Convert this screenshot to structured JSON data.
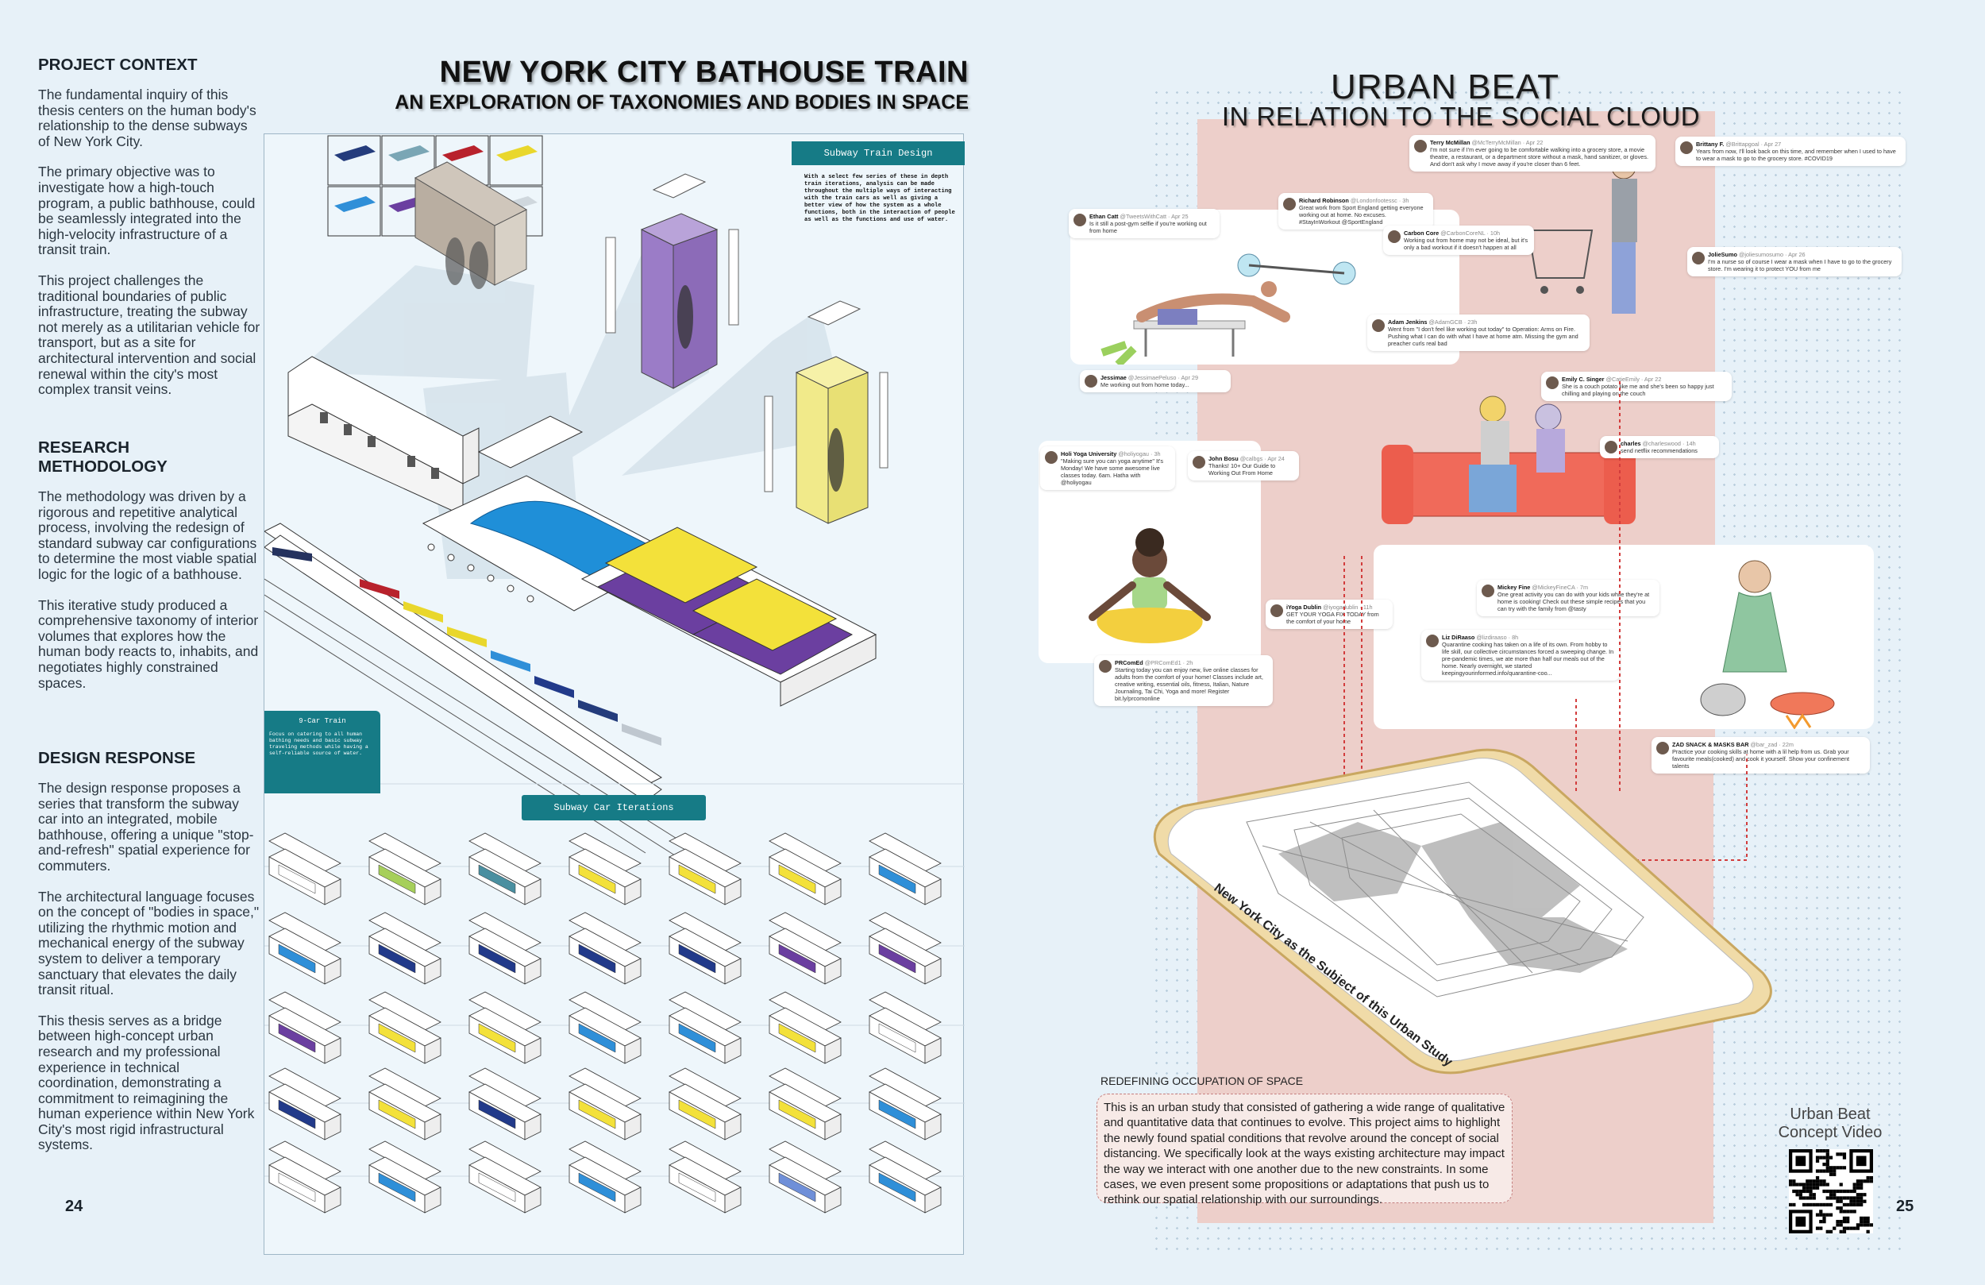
{
  "left_page": {
    "page_number": "24",
    "title": "NEW YORK CITY BATHOUSE TRAIN",
    "subtitle": "AN EXPLORATION OF TAXONOMIES AND BODIES IN SPACE",
    "project_context": {
      "heading": "PROJECT CONTEXT",
      "paragraphs": [
        "The fundamental inquiry of this thesis centers on the human body's relationship to the dense subways of New York City.",
        "The primary objective was to investigate how a high-touch program, a public bathhouse, could be seamlessly integrated into the high-velocity infrastructure of a transit train.",
        "This project challenges the traditional boundaries of public infrastructure, treating the subway not merely as a utilitarian vehicle for transport, but as a site for architectural intervention and social renewal within the city's most complex transit veins."
      ]
    },
    "research_methodology": {
      "heading": "RESEARCH METHODOLOGY",
      "paragraphs": [
        "The methodology was driven by a rigorous and repetitive analytical process, involving the redesign of standard subway car configurations to determine the most viable spatial logic for the logic of a bathhouse.",
        "This iterative study produced a comprehensive taxonomy of interior volumes that explores how the human body reacts to, inhabits, and negotiates highly constrained spaces."
      ]
    },
    "design_response": {
      "heading": "DESIGN RESPONSE",
      "paragraphs": [
        "The design response proposes a series that transform the subway car into an integrated, mobile bathhouse, offering a unique \"stop-and-refresh\" spatial experience for commuters.",
        "The architectural language focuses on the concept of \"bodies in space,\" utilizing the rhythmic motion and mechanical energy of the subway system to deliver a temporary sanctuary that elevates the daily transit ritual.",
        "This thesis serves as a bridge between high-concept urban research and my professional experience in technical coordination, demonstrating a commitment to reimagining the human experience within New York City's most rigid infrastructural systems."
      ]
    },
    "drawing": {
      "subway_train_design_label": "Subway Train Design",
      "subway_train_design_note": "With a select few series of these in depth train iterations, analysis can be made throughout the multiple ways of interacting with the train cars as well as giving a better view of how the system as a whole functions, both in the interaction of people as well as the functions and use of water.",
      "nine_car_label": "9-Car Train",
      "nine_car_note": "Focus on catering to all human bathing needs and basic subway traveling methods while having a self-reliable source of water.",
      "iterations_label": "Subway Car Iterations"
    }
  },
  "right_page": {
    "page_number": "25",
    "title": "URBAN BEAT",
    "subtitle": "IN RELATION TO THE SOCIAL CLOUD",
    "phone_caption": "New York City as the Subject of this Urban Study",
    "redefining_heading": "REDEFINING OCCUPATION OF SPACE",
    "redefining_text": "This is an urban study that consisted of gathering a wide range of qualitative and quantitative data that continues to evolve. This project aims to highlight the newly found spatial conditions that revolve around the concept of social distancing. We specifically look at the ways existing architecture may impact the way we interact with one another due to the new constraints. In some cases, we even present some propositions or adaptations that push us to rethink our spatial relationship with our surroundings.",
    "qr_label": "Urban Beat Concept Video",
    "tweets": [
      {
        "name": "Terry McMillan",
        "handle": "@McTerryMcMillan · Apr 22",
        "text": "I'm not sure if I'm ever going to be comfortable walking into a grocery store, a movie theatre, a restaurant, or a department store without a mask, hand sanitizer, or gloves. And don't ask why I move away if you're closer than 6 feet."
      },
      {
        "name": "Brittany F.",
        "handle": "@Brittapgoal · Apr 27",
        "text": "Years from now, I'll look back on this time, and remember when I used to have to wear a mask to go to the grocery store. #COVID19"
      },
      {
        "name": "Richard Robinson",
        "handle": "@Londonfootessc · 3h",
        "text": "Great work from Sport England getting everyone working out at home. No excuses. #StayInWorkout @SportEngland"
      },
      {
        "name": "Ethan Catt",
        "handle": "@TweetsWithCatt · Apr 25",
        "text": "Is it still a post-gym selfie if you're working out from home"
      },
      {
        "name": "Carbon Core",
        "handle": "@CarbonCoreNL · 10h",
        "text": "Working out from home may not be ideal, but it's only a bad workout if it doesn't happen at all"
      },
      {
        "name": "JolieSumo",
        "handle": "@joliesumosumo · Apr 26",
        "text": "I'm a nurse so of course I wear a mask when I have to go to the grocery store. I'm wearing it to protect YOU from me"
      },
      {
        "name": "Adam Jenkins",
        "handle": "@AdamGCB · 23h",
        "text": "Went from \"I don't feel like working out today\" to Operation: Arms on Fire. Pushing what I can do with what I have at home atm. Missing the gym and preacher curls real bad"
      },
      {
        "name": "Jessimae",
        "handle": "@JessimaePeluso · Apr 29",
        "text": "Me working out from home today..."
      },
      {
        "name": "Emily C. Singer",
        "handle": "@CatieEmily · Apr 22",
        "text": "She is a couch potato like me and she's been so happy just chilling and playing on the couch"
      },
      {
        "name": "Holi Yoga University",
        "handle": "@holiyogau · 3h",
        "text": "\"Making sure you can yoga anytime\" It's Monday! We have some awesome live classes today. 6am. Hatha with @holiyogau"
      },
      {
        "name": "John Bosu",
        "handle": "@calbgs · Apr 24",
        "text": "Thanks! 10+ Our Guide to Working Out From Home"
      },
      {
        "name": "charles",
        "handle": "@charleswood · 14h",
        "text": "send netflix recommendations"
      },
      {
        "name": "Mickey Fine",
        "handle": "@MickeyFineCA · 7m",
        "text": "One great activity you can do with your kids while they're at home is cooking! Check out these simple recipes that you can try with the family from @tasty"
      },
      {
        "name": "iYoga Dublin",
        "handle": "@iyogadublin · 11h",
        "text": "GET YOUR YOGA FIX TODAY from the comfort of your home"
      },
      {
        "name": "Liz DiRaaso",
        "handle": "@lizdiraaso · 8h",
        "text": "Quarantine cooking has taken on a life of its own. From hobby to life skill, our collective circumstances forced a sweeping change. In pre-pandemic times, we ate more than half our meals out of the home. Nearly overnight, we started keepingyourinformed.info/quarantine-coo..."
      },
      {
        "name": "PRComEd",
        "handle": "@PRComEd1 · 2h",
        "text": "Starting today you can enjoy new, live online classes for adults from the comfort of your home! Classes include art, creative writing, essential oils, fitness, Italian, Nature Journaling, Tai Chi, Yoga and more! Register bit.ly/prcomonline"
      },
      {
        "name": "ZAD SNACK & MASKS BAR",
        "handle": "@bar_zad · 22m",
        "text": "Practice your cooking skills at home with a lil help from us. Grab your favourite meals(cooked) and cook it yourself. Show your confinement talents"
      }
    ]
  },
  "colors": {
    "teal": "#167b86",
    "pink_band": "#edcfca",
    "page_bg": "#e7f1f8",
    "purple": "#6b3fa0",
    "yellow": "#f3e13a",
    "blue": "#2f8fd8",
    "navy": "#223a8a"
  }
}
